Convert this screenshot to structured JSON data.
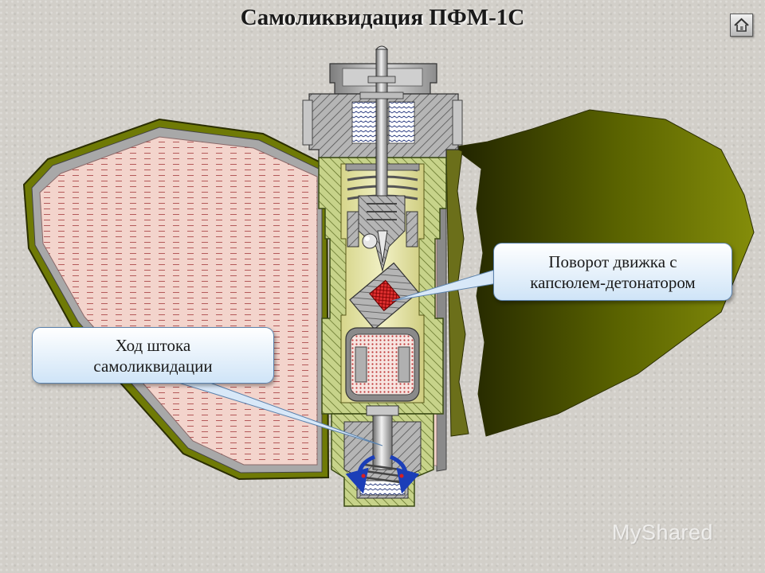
{
  "slide": {
    "title": "Самоликвидация ПФМ-1С",
    "home_button_icon": "home-icon",
    "watermark": "MyShared"
  },
  "callouts": {
    "slider_rotation": [
      "Поворот движка с",
      "капсюлем-детонатором"
    ],
    "rod_travel": [
      "Ход штока",
      "самоликвидации"
    ]
  },
  "colors": {
    "liquid_fill": "#f2d2ca",
    "liquid_dash": "#b35a5a",
    "mine_body_olive": "#6f7a05",
    "metal_gray": "#8a8a8a",
    "inner_yellow": "#e4e3a6",
    "capsule_red": "#d92020",
    "arrow_blue": "#1b3eb8",
    "callout_border": "#5b82ad"
  }
}
